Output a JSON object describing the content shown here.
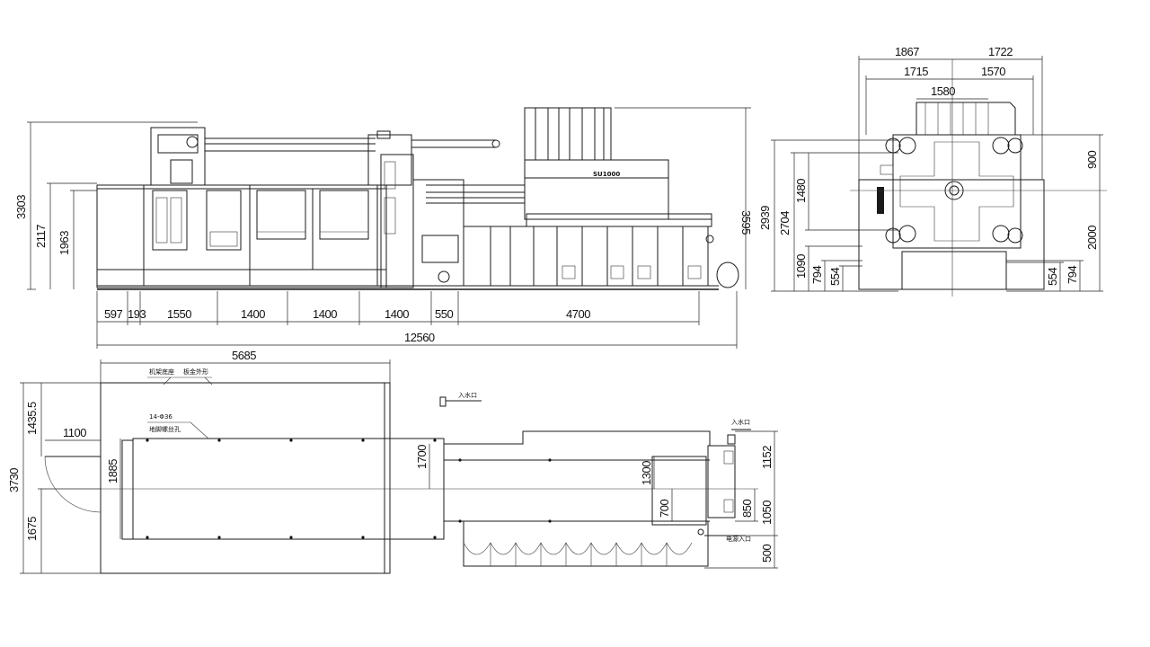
{
  "side_view": {
    "heights": [
      "3303",
      "2117",
      "1963",
      "3595"
    ],
    "segments": [
      "597",
      "193",
      "1550",
      "1400",
      "1400",
      "1400",
      "550",
      "4700"
    ],
    "total_length": "12560",
    "model_label": "SU1000"
  },
  "end_view": {
    "widths": [
      "1867",
      "1722",
      "1715",
      "1570",
      "1580"
    ],
    "heights_left": [
      "2939",
      "2704",
      "1480",
      "1090",
      "794",
      "554"
    ],
    "heights_right": [
      "900",
      "2000",
      "554",
      "794"
    ]
  },
  "plan_view": {
    "width_top": "5685",
    "label_frame": "机架底座",
    "label_cover": "板金外形",
    "label_holes": "14-Φ36",
    "label_anchor": "地脚螺丝孔",
    "depth_total": "3730",
    "depth_top": "1435.5",
    "depth_bottom": "1675",
    "door_width": "1100",
    "frame_depth": "1885",
    "injection_depth": "1700",
    "water_inlet_1": "入水口",
    "water_inlet_2": "入水口",
    "power_inlet": "电源入口",
    "right_dims": [
      "1152",
      "1300",
      "700",
      "850",
      "1050",
      "500"
    ]
  }
}
